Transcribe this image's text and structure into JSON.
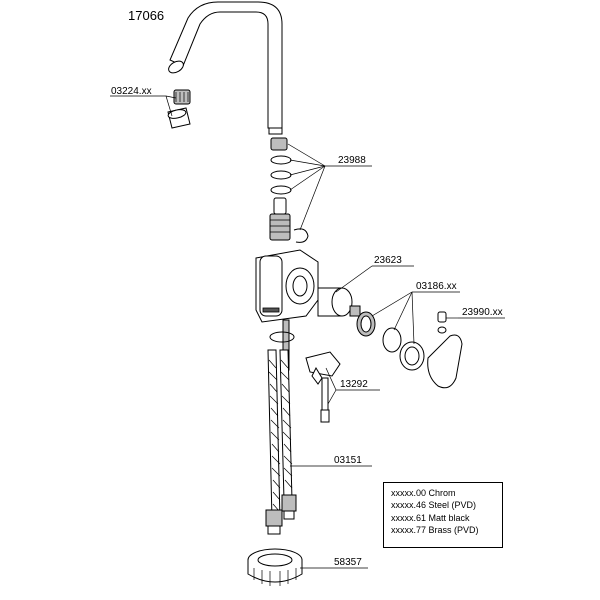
{
  "drawing": {
    "title": "17066",
    "parts": [
      {
        "id": "aerator",
        "label": "03224.xx"
      },
      {
        "id": "o-rings",
        "label": "23988"
      },
      {
        "id": "cartridge",
        "label": "23623"
      },
      {
        "id": "handle-set",
        "label": "03186.xx"
      },
      {
        "id": "screw",
        "label": "23990.xx"
      },
      {
        "id": "mounting-set",
        "label": "13292"
      },
      {
        "id": "hoses",
        "label": "03151"
      },
      {
        "id": "base-ring",
        "label": "58357"
      }
    ]
  },
  "legend": [
    "xxxxx.00 Chrom",
    "xxxxx.46 Steel (PVD)",
    "xxxxx.61 Matt black",
    "xxxxx.77 Brass (PVD)"
  ]
}
